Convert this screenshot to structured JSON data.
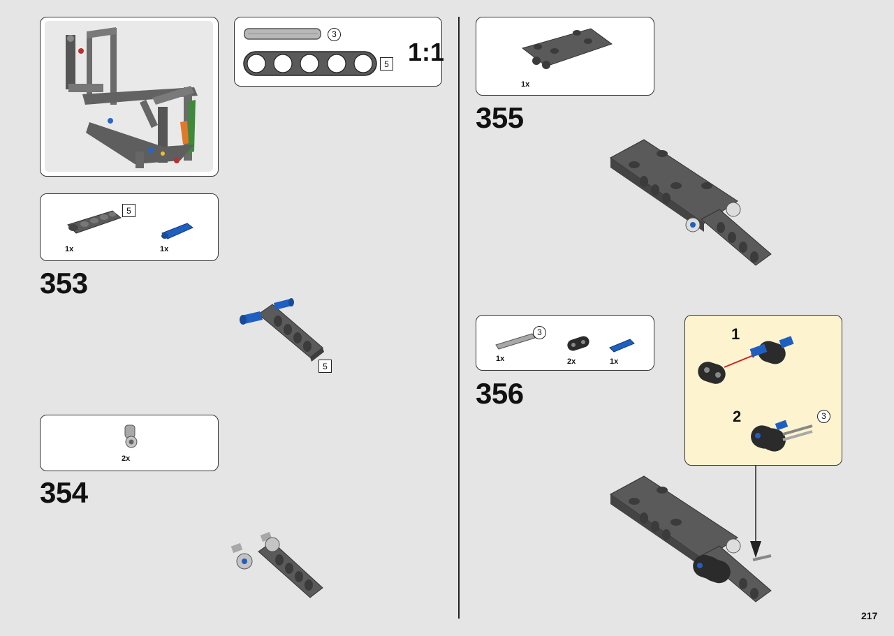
{
  "page": {
    "number": "217"
  },
  "scale_box": {
    "axle_count": "3",
    "beam_count": "5",
    "scale_text": "1:1"
  },
  "steps": [
    {
      "number": "353",
      "parts": [
        {
          "qty": "1x",
          "label": "5"
        },
        {
          "qty": "1x"
        }
      ],
      "beam_label": "5"
    },
    {
      "number": "354",
      "parts": [
        {
          "qty": "2x"
        }
      ]
    },
    {
      "number": "355",
      "parts": [
        {
          "qty": "1x"
        }
      ]
    },
    {
      "number": "356",
      "parts": [
        {
          "qty": "1x",
          "label": "3"
        },
        {
          "qty": "2x"
        },
        {
          "qty": "1x"
        }
      ],
      "sub_steps": [
        {
          "number": "1"
        },
        {
          "number": "2",
          "label": "3"
        }
      ]
    }
  ],
  "colors": {
    "background": "#e5e5e5",
    "dark_gray": "#5a5a5a",
    "blue": "#1f5fbf",
    "callout": "#fdf4cf",
    "red_arrow": "#cc2222"
  }
}
